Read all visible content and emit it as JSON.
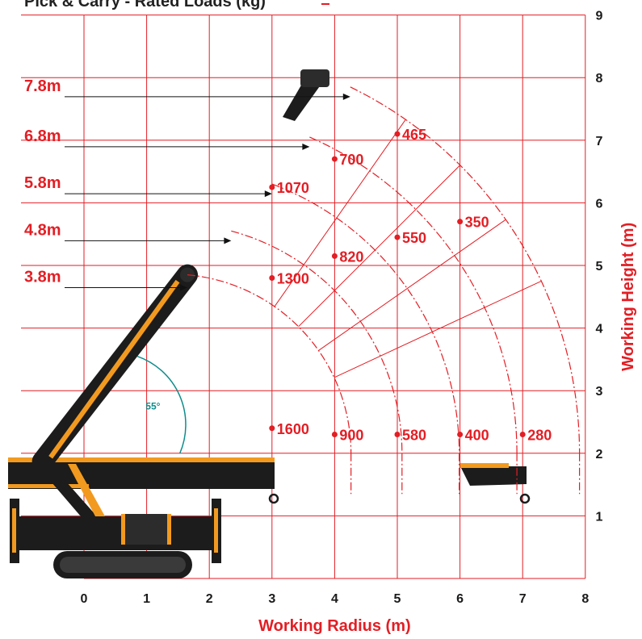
{
  "colors": {
    "grid": "#e31e24",
    "text_dark": "#1a1a1a",
    "accent": "#e31e24",
    "boom": "#f29a1f",
    "machine": "#1c1c1c",
    "angle": "#0e8c8c"
  },
  "chart_data": {
    "type": "line",
    "title": "Pick & Carry - Rated Loads (kg)",
    "xlabel": "Working Radius (m)",
    "ylabel": "Working Height (m)",
    "xlim": [
      0,
      8
    ],
    "ylim": [
      0,
      9
    ],
    "x_ticks": [
      "0",
      "1",
      "2",
      "3",
      "4",
      "5",
      "6",
      "7",
      "8"
    ],
    "y_ticks": [
      "1",
      "2",
      "3",
      "4",
      "5",
      "6",
      "7",
      "8",
      "9"
    ],
    "grid": true,
    "boom_angle_label": "55°",
    "boom_pivot": [
      1.4,
      2.0
    ],
    "boom_lengths": [
      {
        "label": "3.8m",
        "tip": [
          1.65,
          4.85
        ],
        "label_y": 4.8
      },
      {
        "label": "4.8m",
        "tip": [
          2.35,
          5.55
        ],
        "label_y": 5.55
      },
      {
        "label": "5.8m",
        "tip": [
          3.0,
          6.3
        ],
        "label_y": 6.3
      },
      {
        "label": "6.8m",
        "tip": [
          3.6,
          7.05
        ],
        "label_y": 7.05
      },
      {
        "label": "7.8m",
        "tip": [
          4.25,
          7.85
        ],
        "label_y": 7.85
      }
    ],
    "load_points": [
      {
        "x": 3.0,
        "y": 2.4,
        "value": "1600"
      },
      {
        "x": 4.0,
        "y": 2.3,
        "value": "900"
      },
      {
        "x": 5.0,
        "y": 2.3,
        "value": "580"
      },
      {
        "x": 6.0,
        "y": 2.3,
        "value": "400"
      },
      {
        "x": 7.0,
        "y": 2.3,
        "value": "280"
      },
      {
        "x": 3.0,
        "y": 4.8,
        "value": "1300"
      },
      {
        "x": 4.0,
        "y": 5.15,
        "value": "820"
      },
      {
        "x": 5.0,
        "y": 5.45,
        "value": "550"
      },
      {
        "x": 6.0,
        "y": 5.7,
        "value": "350"
      },
      {
        "x": 3.0,
        "y": 6.25,
        "value": "1070"
      },
      {
        "x": 4.0,
        "y": 6.7,
        "value": "700"
      },
      {
        "x": 5.0,
        "y": 7.1,
        "value": "465"
      }
    ]
  }
}
